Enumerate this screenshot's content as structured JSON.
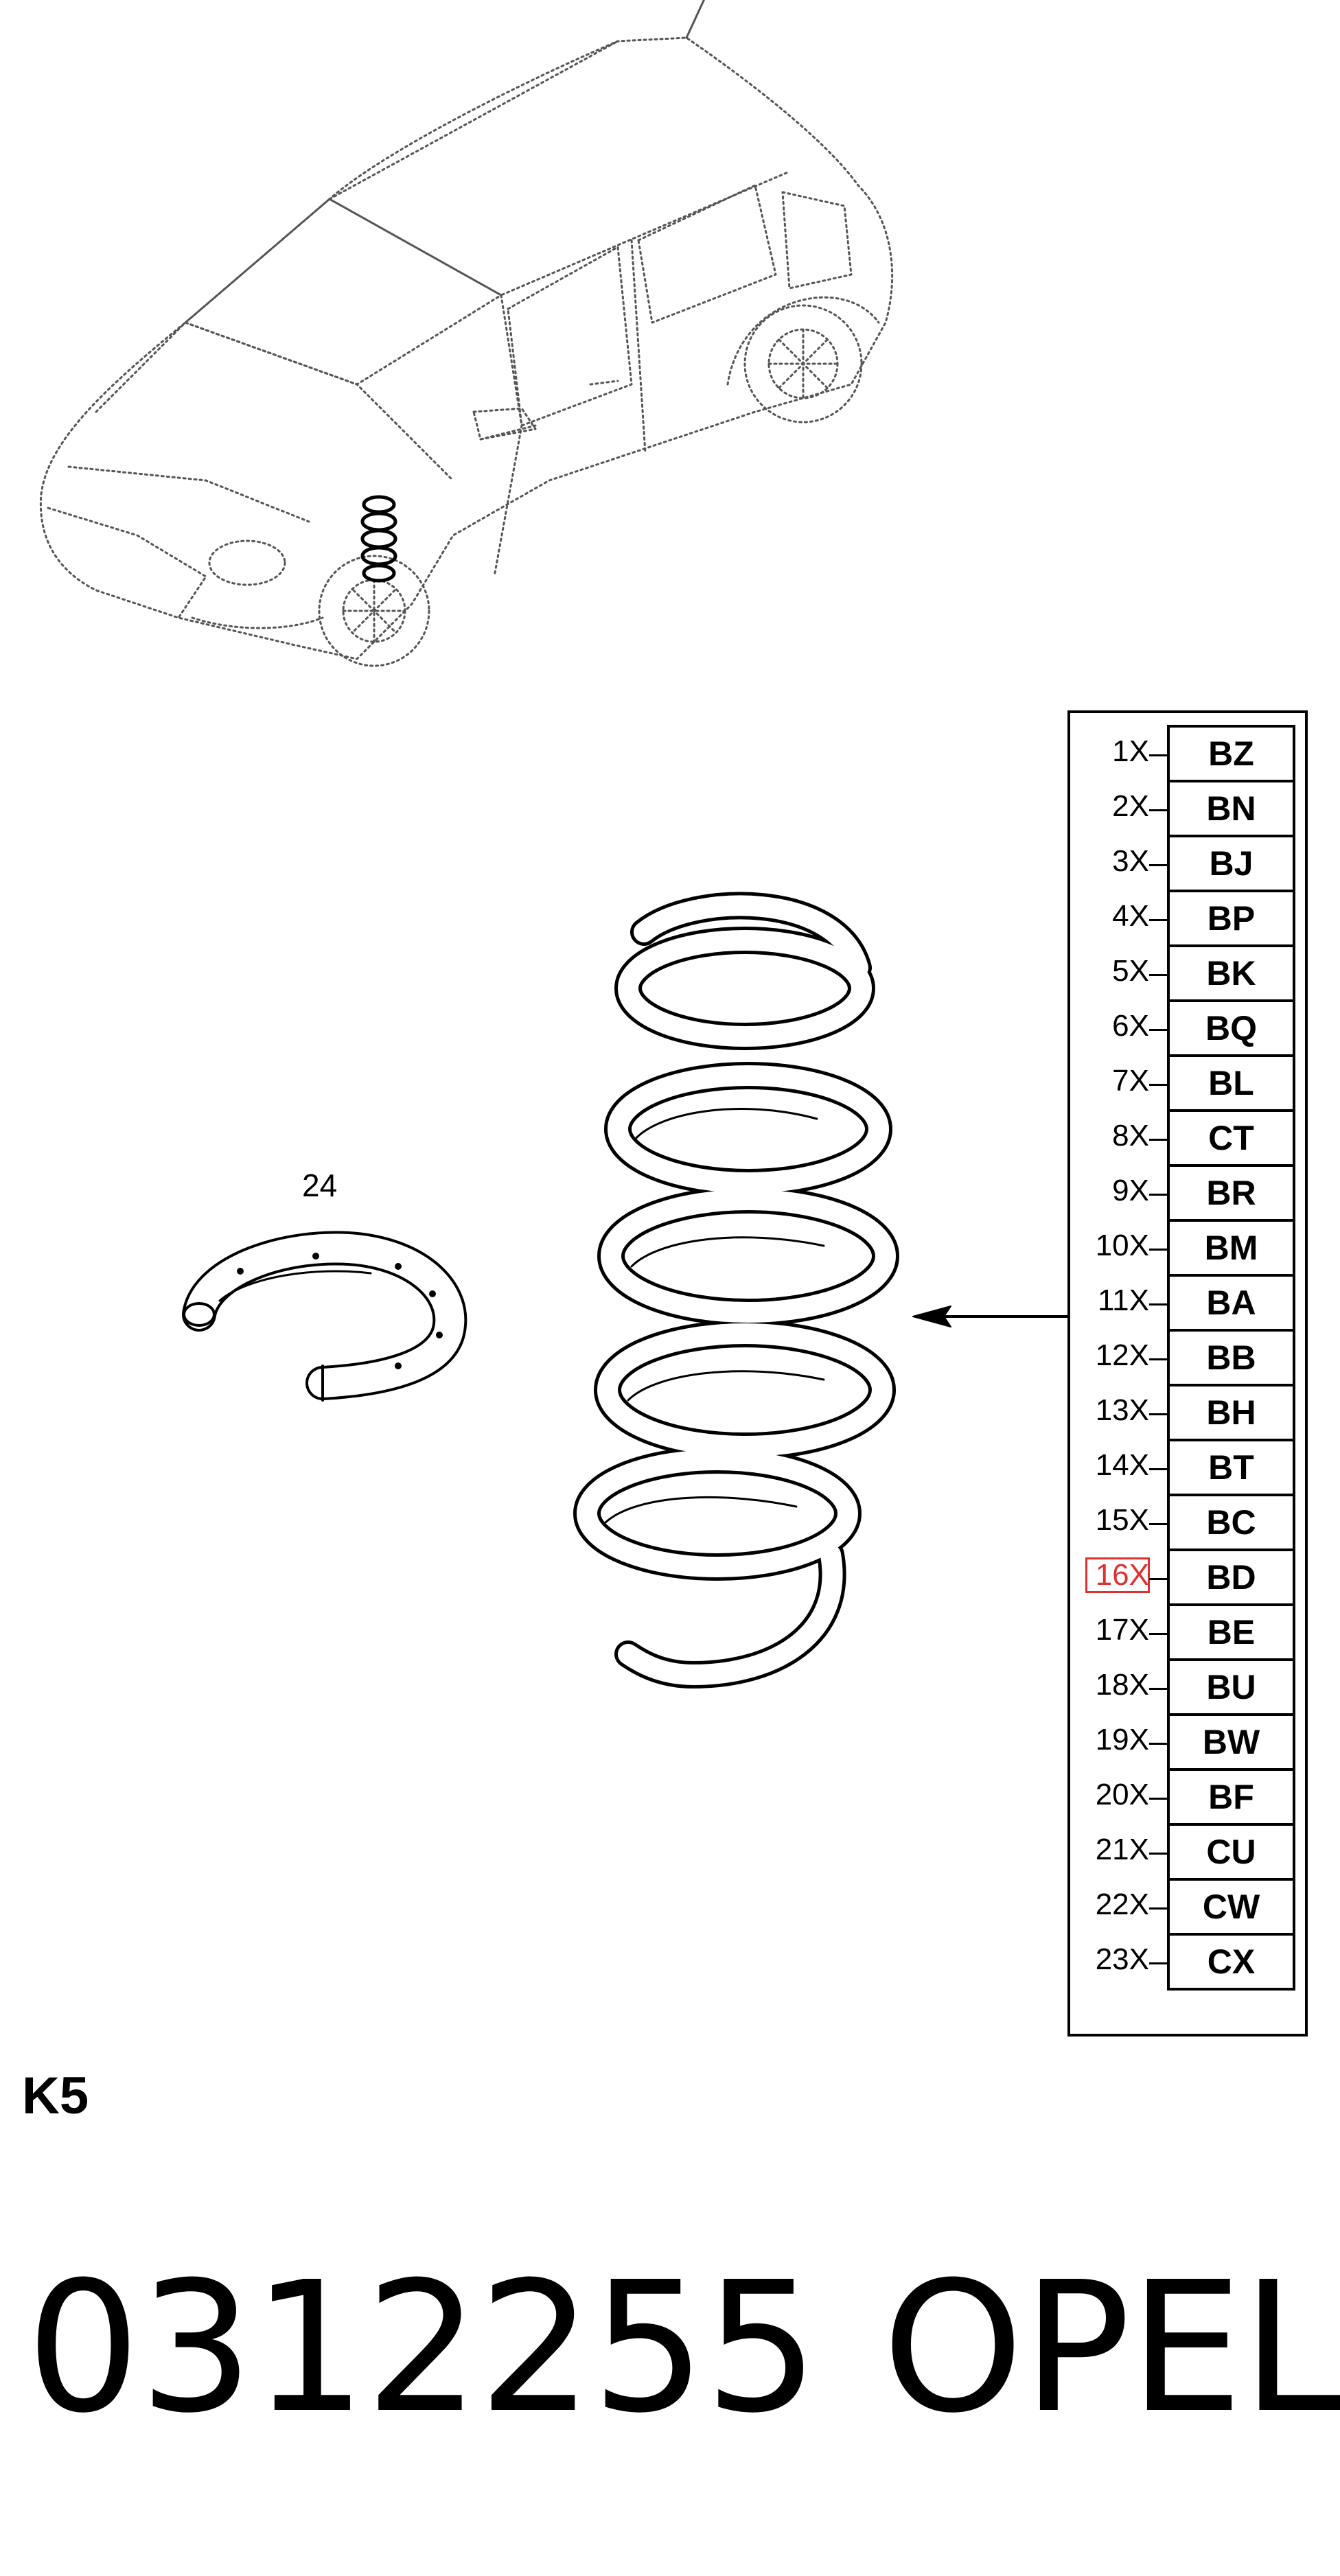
{
  "diagram": {
    "item_callout": "24",
    "diagram_ref": "K5",
    "part_number": "0312255",
    "brand": "OPEL"
  },
  "variants": [
    {
      "qty": "1X",
      "code": "BZ"
    },
    {
      "qty": "2X",
      "code": "BN"
    },
    {
      "qty": "3X",
      "code": "BJ"
    },
    {
      "qty": "4X",
      "code": "BP"
    },
    {
      "qty": "5X",
      "code": "BK"
    },
    {
      "qty": "6X",
      "code": "BQ"
    },
    {
      "qty": "7X",
      "code": "BL"
    },
    {
      "qty": "8X",
      "code": "CT"
    },
    {
      "qty": "9X",
      "code": "BR"
    },
    {
      "qty": "10X",
      "code": "BM"
    },
    {
      "qty": "11X",
      "code": "BA"
    },
    {
      "qty": "12X",
      "code": "BB"
    },
    {
      "qty": "13X",
      "code": "BH"
    },
    {
      "qty": "14X",
      "code": "BT"
    },
    {
      "qty": "15X",
      "code": "BC"
    },
    {
      "qty": "16X",
      "code": "BD"
    },
    {
      "qty": "17X",
      "code": "BE"
    },
    {
      "qty": "18X",
      "code": "BU"
    },
    {
      "qty": "19X",
      "code": "BW"
    },
    {
      "qty": "20X",
      "code": "BF"
    },
    {
      "qty": "21X",
      "code": "CU"
    },
    {
      "qty": "22X",
      "code": "CW"
    },
    {
      "qty": "23X",
      "code": "CX"
    }
  ],
  "highlighted_variant_index": 15,
  "highlight_color": "#e03030",
  "icons": {
    "vehicle": "hatchback-car-illustration",
    "spring": "coil-spring-illustration",
    "insulator": "spring-insulator-ring-illustration",
    "pointer": "arrow-left-icon"
  }
}
